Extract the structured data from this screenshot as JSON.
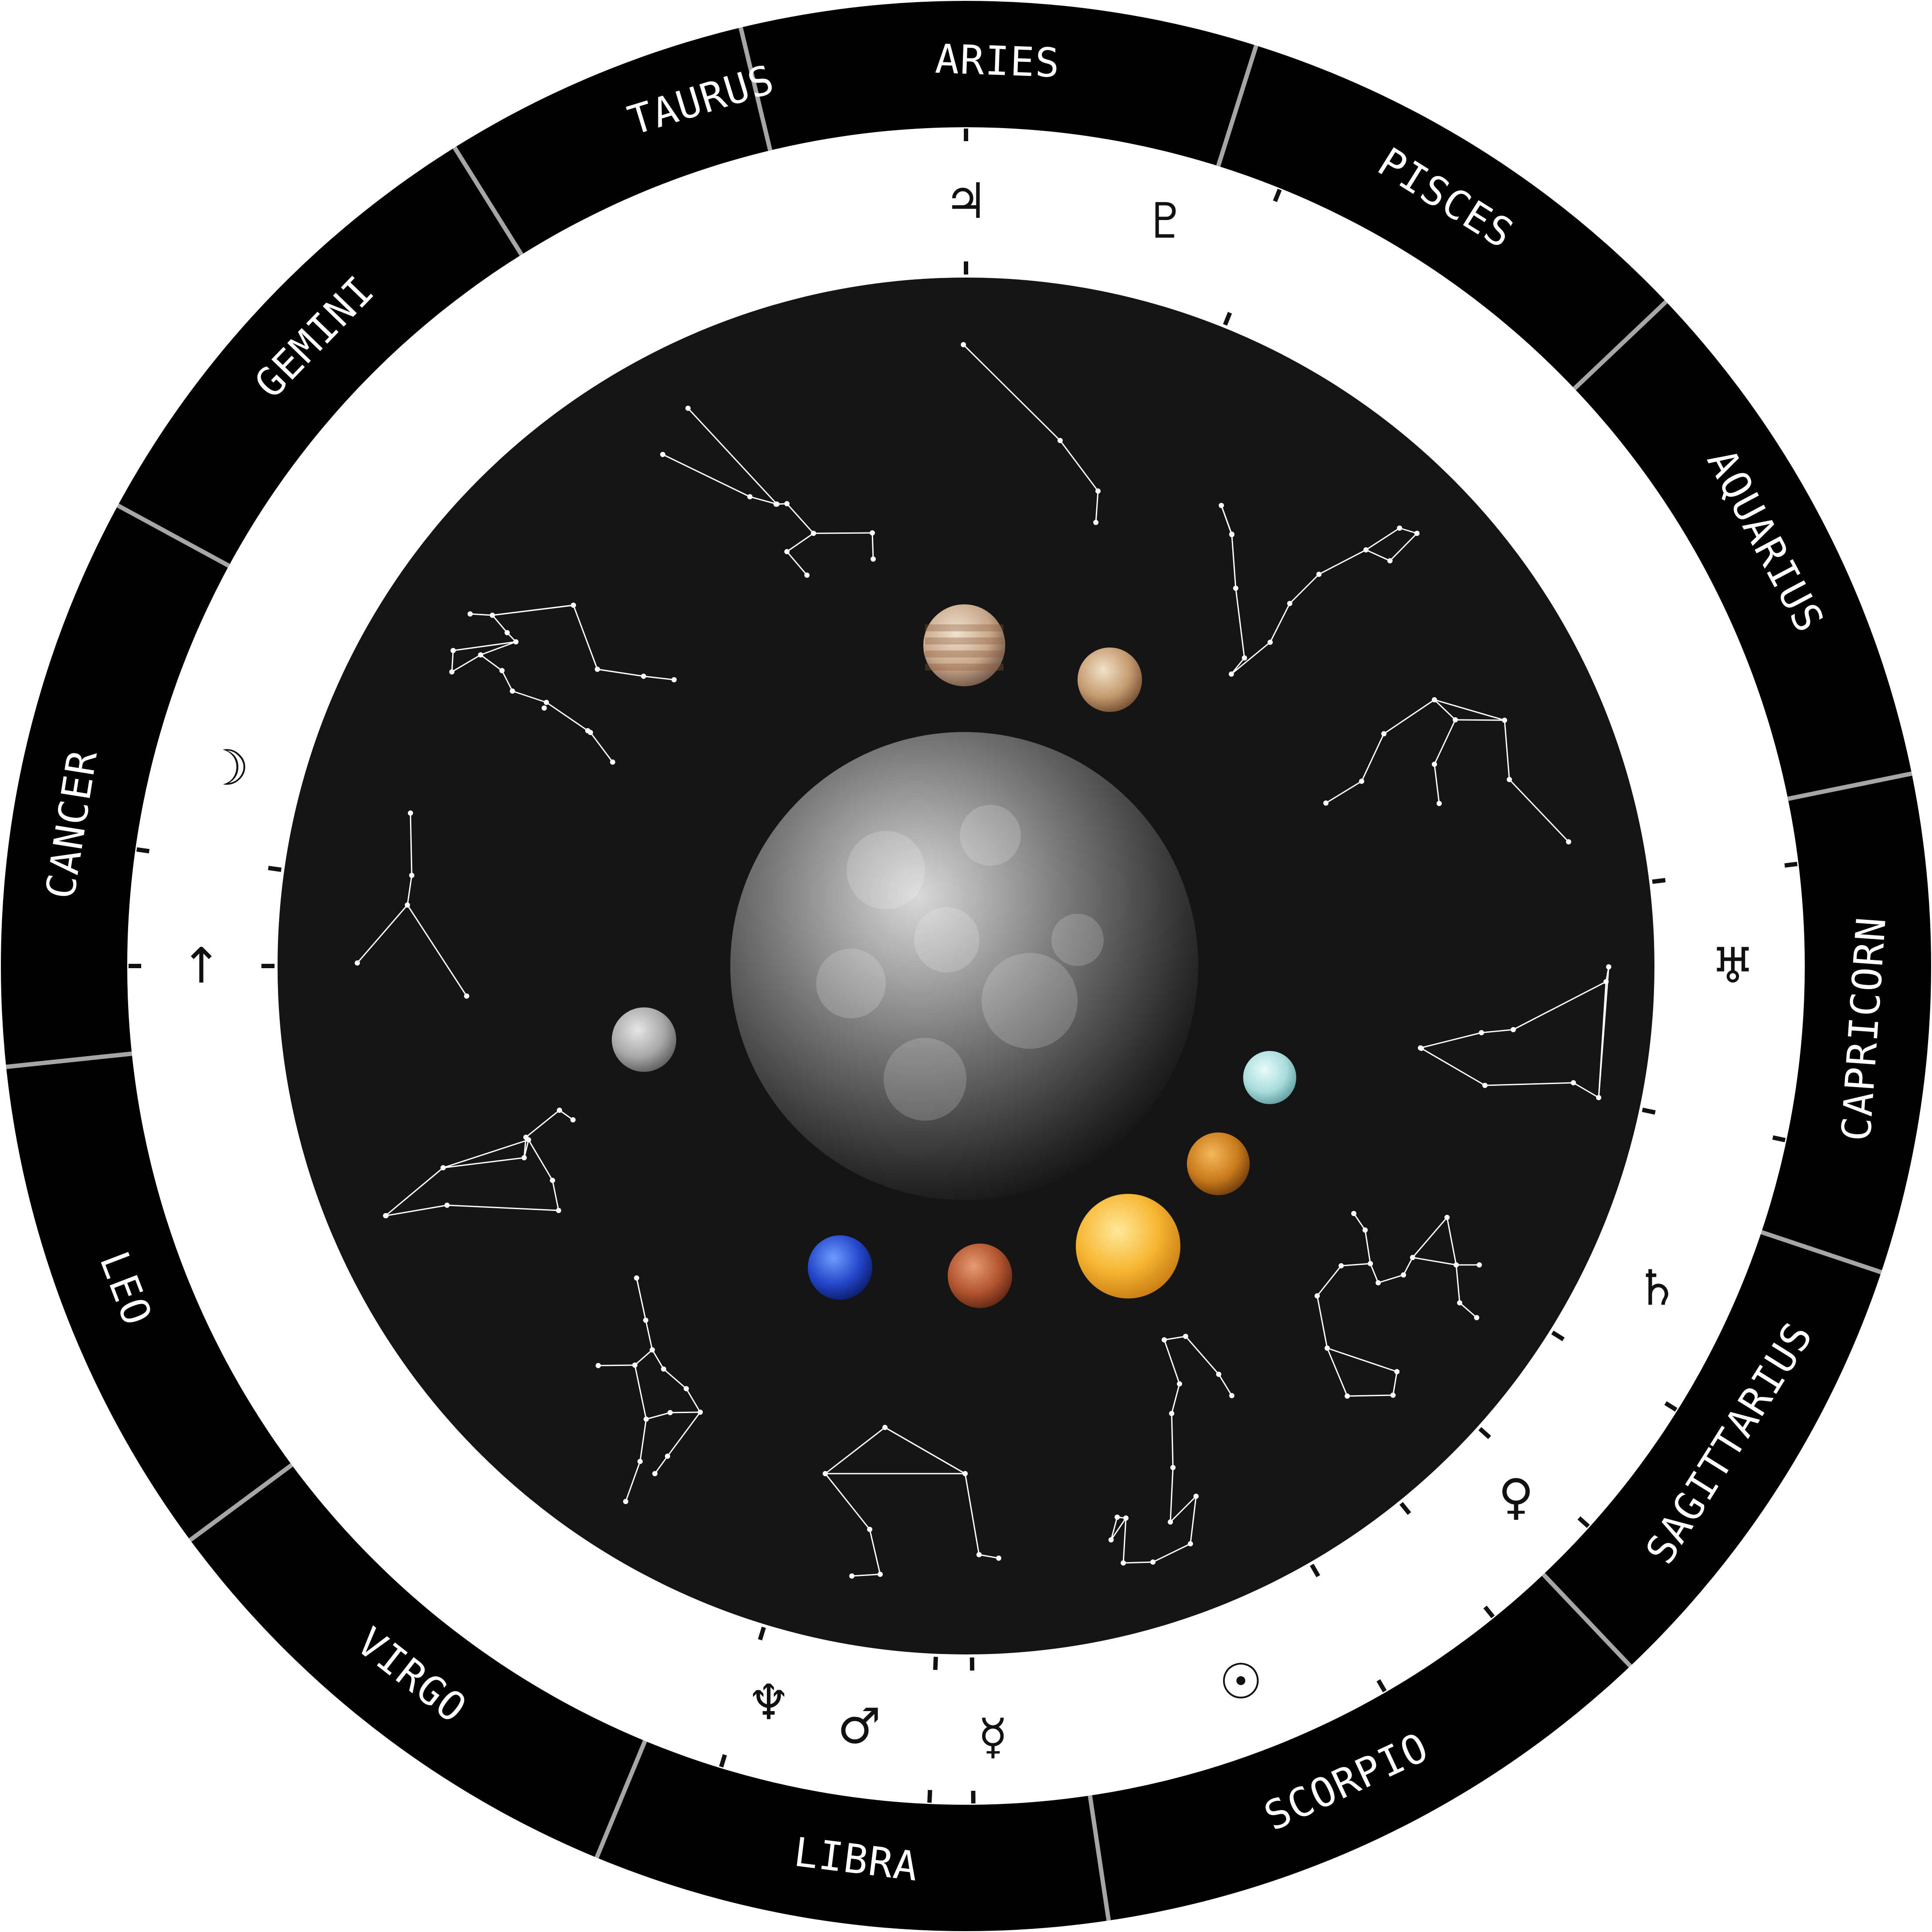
{
  "colors": {
    "ring": "#000000",
    "divider": "#a6a6a6",
    "inner_disc": "#151515",
    "glyph": "#111111",
    "star": "#ffffff"
  },
  "signs": [
    {
      "key": "aries",
      "label": "ARIES"
    },
    {
      "key": "pisces",
      "label": "PISCES"
    },
    {
      "key": "aquarius",
      "label": "AQUARIUS"
    },
    {
      "key": "capricorn",
      "label": "CAPRICORN"
    },
    {
      "key": "sagittarius",
      "label": "SAGITTARIUS"
    },
    {
      "key": "scorpio",
      "label": "SCORPIO"
    },
    {
      "key": "libra",
      "label": "LIBRA"
    },
    {
      "key": "virgo",
      "label": "VIRGO"
    },
    {
      "key": "leo",
      "label": "LEO"
    },
    {
      "key": "cancer",
      "label": "CANCER"
    },
    {
      "key": "gemini",
      "label": "GEMINI"
    },
    {
      "key": "taurus",
      "label": "TAURUS"
    }
  ],
  "glyphs": [
    {
      "key": "jupiter",
      "symbol": "♃"
    },
    {
      "key": "pluto",
      "symbol": "♇"
    },
    {
      "key": "uranus",
      "symbol": "♅"
    },
    {
      "key": "saturn",
      "symbol": "♄"
    },
    {
      "key": "venus",
      "symbol": "♀"
    },
    {
      "key": "sun",
      "symbol": "☉"
    },
    {
      "key": "mercury",
      "symbol": "☿"
    },
    {
      "key": "mars",
      "symbol": "♂"
    },
    {
      "key": "neptune",
      "symbol": "♆"
    },
    {
      "key": "moon",
      "symbol": "☽"
    },
    {
      "key": "ascendant",
      "symbol": "↑"
    }
  ],
  "bodies": [
    {
      "key": "earth",
      "icon": "earth-image"
    },
    {
      "key": "jupiter",
      "icon": "jupiter-image"
    },
    {
      "key": "pluto",
      "icon": "pluto-image"
    },
    {
      "key": "moon",
      "icon": "moon-image"
    },
    {
      "key": "uranus",
      "icon": "uranus-image"
    },
    {
      "key": "venus",
      "icon": "venus-image"
    },
    {
      "key": "sun",
      "icon": "sun-image"
    },
    {
      "key": "mars",
      "icon": "mars-image"
    },
    {
      "key": "neptune",
      "icon": "neptune-image"
    }
  ]
}
